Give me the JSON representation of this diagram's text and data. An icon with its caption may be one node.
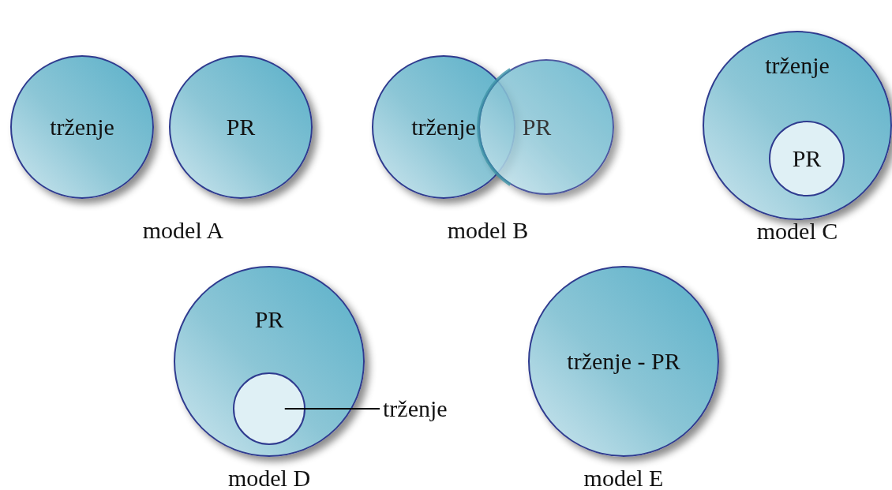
{
  "diagram": {
    "nodes": [
      {
        "text": [
          "trženje"
        ]
      },
      {
        "text": [
          "PR"
        ]
      },
      {
        "text": [
          "trženje"
        ]
      },
      {
        "text": [
          "PR"
        ]
      },
      {
        "text": [
          "trženje"
        ],
        "beside": [
          "model C"
        ]
      },
      {
        "text": [
          "PR"
        ],
        "in": 4
      },
      {
        "text": [
          "PR"
        ],
        "beside": [
          "model D"
        ]
      },
      {
        "text": [],
        "shape": "circle",
        "in": 6
      },
      {
        "text": [
          "trženje"
        ]
      },
      {
        "text": [
          "trženje - PR"
        ],
        "beside": [
          "model E"
        ]
      }
    ],
    "edges": [
      {
        "from": 8,
        "to": 7,
        "arrow": "none"
      }
    ],
    "labels": [
      "model A",
      "model B"
    ]
  }
}
